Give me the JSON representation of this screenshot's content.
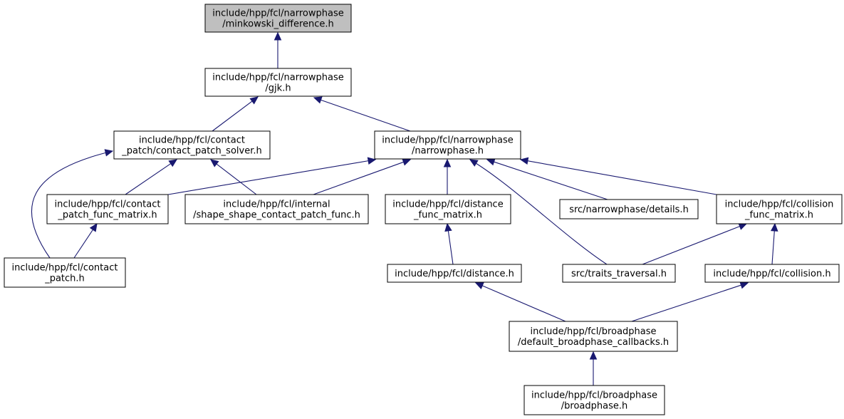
{
  "graph": {
    "nodes": [
      {
        "id": "mink",
        "lines": [
          "include/hpp/fcl/narrowphase",
          "/minkowski_difference.h"
        ],
        "highlight": true
      },
      {
        "id": "gjk",
        "lines": [
          "include/hpp/fcl/narrowphase",
          "/gjk.h"
        ]
      },
      {
        "id": "cps",
        "lines": [
          "include/hpp/fcl/contact",
          "_patch/contact_patch_solver.h"
        ]
      },
      {
        "id": "np",
        "lines": [
          "include/hpp/fcl/narrowphase",
          "/narrowphase.h"
        ]
      },
      {
        "id": "cpfm",
        "lines": [
          "include/hpp/fcl/contact",
          "_patch_func_matrix.h"
        ]
      },
      {
        "id": "sscpf",
        "lines": [
          "include/hpp/fcl/internal",
          "/shape_shape_contact_patch_func.h"
        ]
      },
      {
        "id": "dfm",
        "lines": [
          "include/hpp/fcl/distance",
          "_func_matrix.h"
        ]
      },
      {
        "id": "details",
        "lines": [
          "src/narrowphase/details.h"
        ]
      },
      {
        "id": "cfm",
        "lines": [
          "include/hpp/fcl/collision",
          "_func_matrix.h"
        ]
      },
      {
        "id": "cp",
        "lines": [
          "include/hpp/fcl/contact",
          "_patch.h"
        ]
      },
      {
        "id": "dist",
        "lines": [
          "include/hpp/fcl/distance.h"
        ]
      },
      {
        "id": "tt",
        "lines": [
          "src/traits_traversal.h"
        ]
      },
      {
        "id": "coll",
        "lines": [
          "include/hpp/fcl/collision.h"
        ]
      },
      {
        "id": "dbc",
        "lines": [
          "include/hpp/fcl/broadphase",
          "/default_broadphase_callbacks.h"
        ]
      },
      {
        "id": "bp",
        "lines": [
          "include/hpp/fcl/broadphase",
          "/broadphase.h"
        ]
      }
    ],
    "edges": [
      {
        "from": "gjk",
        "to": "mink"
      },
      {
        "from": "cps",
        "to": "gjk"
      },
      {
        "from": "np",
        "to": "gjk"
      },
      {
        "from": "cp",
        "to": "cps"
      },
      {
        "from": "cpfm",
        "to": "cps"
      },
      {
        "from": "sscpf",
        "to": "cps"
      },
      {
        "from": "cpfm",
        "to": "np"
      },
      {
        "from": "sscpf",
        "to": "np"
      },
      {
        "from": "dfm",
        "to": "np"
      },
      {
        "from": "tt",
        "to": "np"
      },
      {
        "from": "details",
        "to": "np"
      },
      {
        "from": "cfm",
        "to": "np"
      },
      {
        "from": "cp",
        "to": "cpfm"
      },
      {
        "from": "dist",
        "to": "dfm"
      },
      {
        "from": "tt",
        "to": "cfm"
      },
      {
        "from": "coll",
        "to": "cfm"
      },
      {
        "from": "dbc",
        "to": "dist"
      },
      {
        "from": "dbc",
        "to": "coll"
      },
      {
        "from": "bp",
        "to": "dbc"
      }
    ]
  }
}
